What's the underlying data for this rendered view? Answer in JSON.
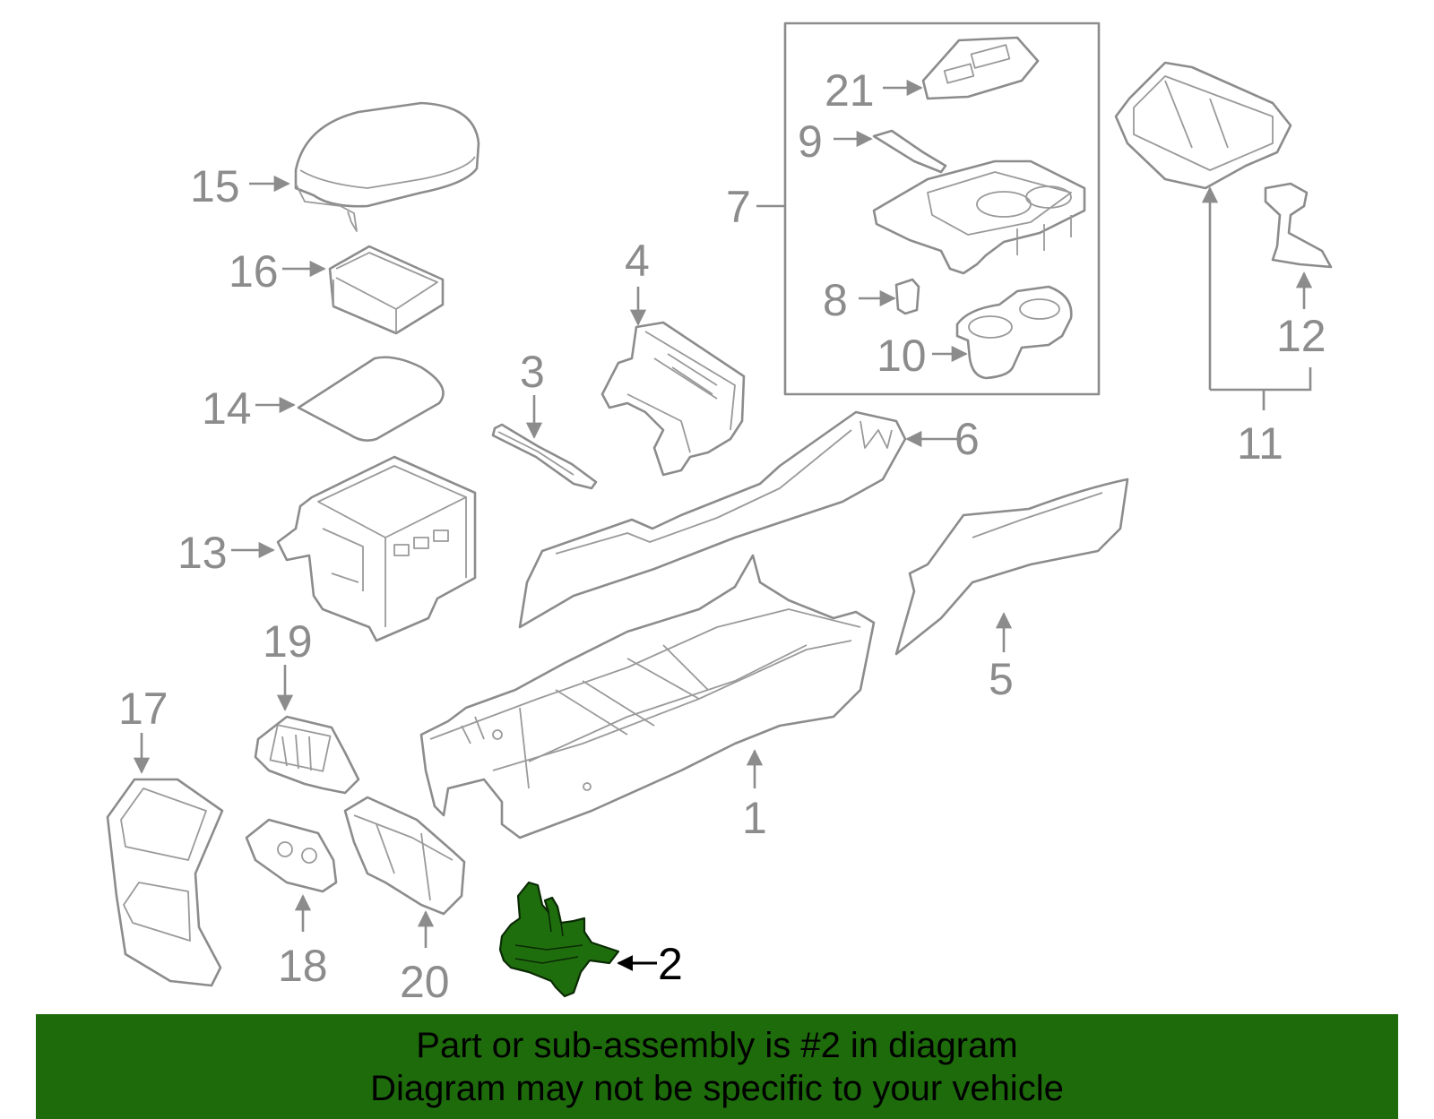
{
  "diagram": {
    "highlighted_part": "2",
    "highlight_color": "#1e6b0c",
    "line_color": "#8c8c8c",
    "callouts": {
      "c1": "1",
      "c2": "2",
      "c3": "3",
      "c4": "4",
      "c5": "5",
      "c6": "6",
      "c7": "7",
      "c8": "8",
      "c9": "9",
      "c10": "10",
      "c11": "11",
      "c12": "12",
      "c13": "13",
      "c14": "14",
      "c15": "15",
      "c16": "16",
      "c17": "17",
      "c18": "18",
      "c19": "19",
      "c20": "20",
      "c21": "21"
    }
  },
  "banner": {
    "line1": "Part or sub-assembly is #2 in diagram",
    "line2": "Diagram may not be specific to your vehicle",
    "background": "#1e6b0c"
  }
}
